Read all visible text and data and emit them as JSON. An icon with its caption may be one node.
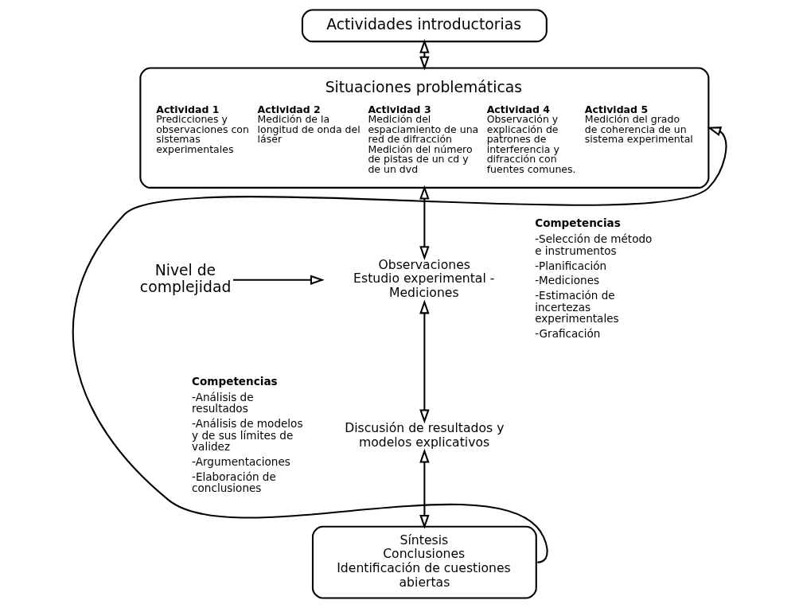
{
  "diagram": {
    "nodes": [
      {
        "text": [
          "Actividades introductorias"
        ]
      },
      {
        "text": [
          "Situaciones problemáticas",
          "Actividad 1",
          "Predicciones y observaciones con sistemas experimentales",
          "Actividad 2",
          "Medición de la longitud de onda del láser",
          "Actividad 3",
          "Medición del espaciamiento de una red de difracción Medición del número de pistas de un cd y de un dvd",
          "Actividad 4",
          "Observación y explicación de patrones de interferencia y difracción con fuentes comunes.",
          "Actividad 5",
          "Medición del grado de coherencia de un sistema experimental"
        ]
      },
      {
        "text": [
          "Observaciones",
          "Estudio experimental - Mediciones"
        ]
      },
      {
        "text": [
          "Discusión de resultados y modelos explicativos"
        ]
      },
      {
        "text": [
          "Síntesis",
          "Conclusiones",
          "Identificación de cuestiones  abiertas"
        ]
      },
      {
        "text": [
          "Nivel de complejidad"
        ]
      }
    ],
    "edges": [
      {
        "from": 0,
        "to": 1,
        "arrow": "both"
      },
      {
        "from": 1,
        "to": 2,
        "arrow": "both"
      },
      {
        "from": 2,
        "to": 3,
        "arrow": "both"
      },
      {
        "from": 3,
        "to": 4,
        "arrow": "both"
      },
      {
        "from": 4,
        "to": 1,
        "arrow": "to"
      },
      {
        "from": 5,
        "to": null,
        "arrow": "to"
      }
    ],
    "labels": [
      "Competencias",
      "-Selección de método e instrumentos",
      "-Planificación",
      "-Mediciones",
      "-Estimación de incertezas experimentales",
      "-Graficación",
      "Competencias",
      "-Análisis de resultados",
      "-Análisis de modelos y de sus límites de validez",
      "-Argumentaciones",
      "-Elaboración de conclusiones"
    ]
  }
}
